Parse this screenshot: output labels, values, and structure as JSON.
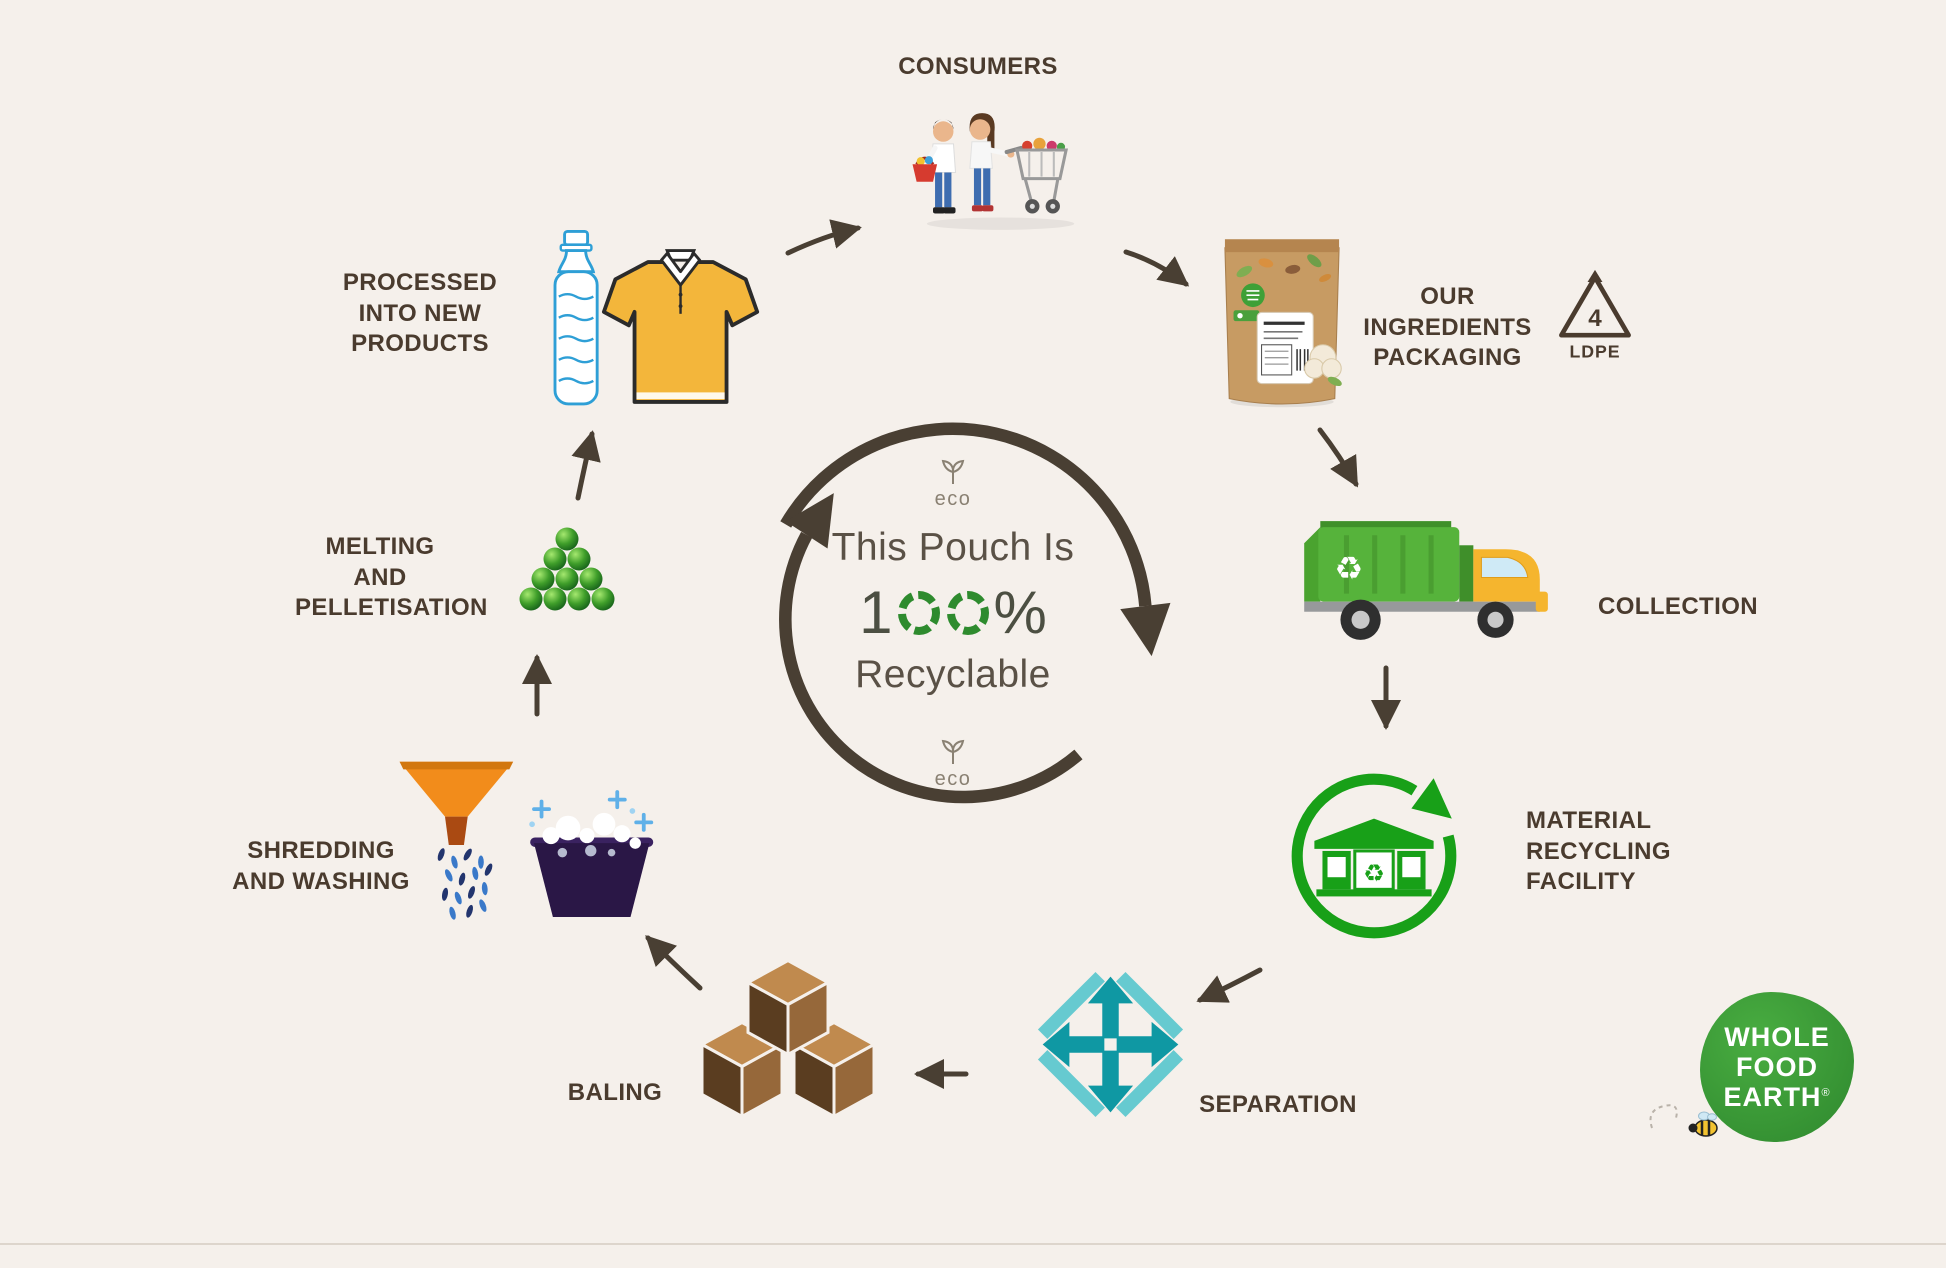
{
  "title": "This Pouch Is 100% Recyclable - Recycling Cycle Infographic",
  "colors": {
    "background": "#f5f0eb",
    "label_brown": "#4a3b2e",
    "arrow_brown": "#493f33",
    "accent_green": "#2e8b2e",
    "mrf_green": "#18a018",
    "teal_dark": "#0f98a3",
    "teal_light": "#66cad0",
    "truck_green": "#56b33b",
    "truck_yellow": "#f5b52e",
    "logo_green": "#3c9e36"
  },
  "center": {
    "line1": "This Pouch Is",
    "big_one": "1",
    "big_percent": "%",
    "line3": "Recyclable",
    "eco": "eco"
  },
  "stages": {
    "consumers": {
      "label": "CONSUMERS"
    },
    "packaging": {
      "label": "OUR INGREDIENTS\nPACKAGING"
    },
    "collection": {
      "label": "COLLECTION"
    },
    "mrf": {
      "label": "MATERIAL\nRECYCLING\nFACILITY"
    },
    "separation": {
      "label": "SEPARATION"
    },
    "baling": {
      "label": "BALING"
    },
    "shredding": {
      "label": "SHREDDING\nAND WASHING"
    },
    "melting": {
      "label": "MELTING\nAND\nPELLETISATION"
    },
    "processed": {
      "label": "PROCESSED\nINTO NEW PRODUCTS"
    }
  },
  "packaging_symbol": {
    "number": "4",
    "code": "LDPE"
  },
  "icons": {
    "recycle_glyph": "♻"
  },
  "logo": {
    "line1": "WHOLE",
    "line2": "FOOD",
    "line3": "EARTH",
    "reg": "®"
  }
}
